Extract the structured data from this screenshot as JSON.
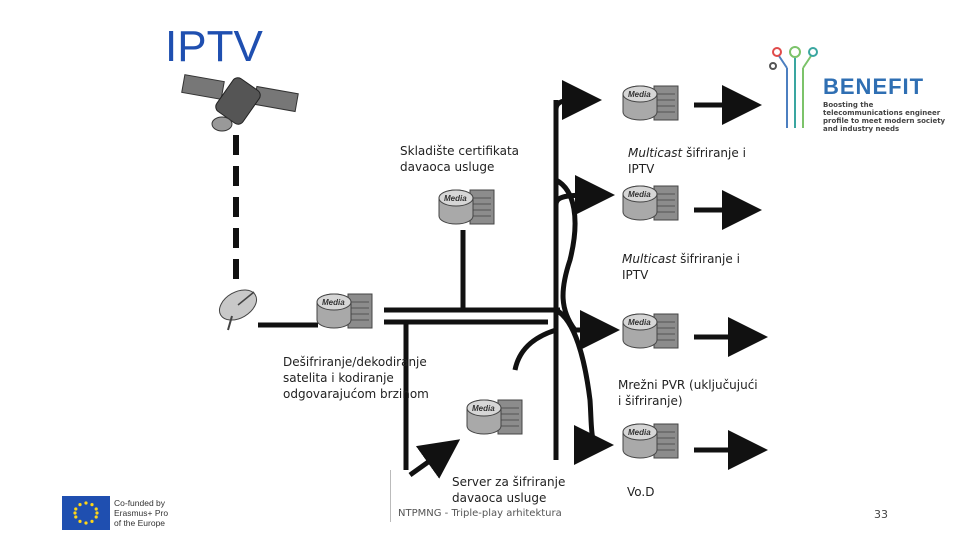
{
  "slide": {
    "title": "IPTV",
    "footer": "NTPMNG - Triple-play arhitektura",
    "page_number": "33"
  },
  "labels": {
    "cert_store": "Skladište certifikata\ndavaoca usluge",
    "multicast_1_italic": "Multicast",
    "multicast_1_rest": " šifriranje i\nIPTV",
    "multicast_2_italic": "Multicast",
    "multicast_2_rest": " šifriranje i\nIPTV",
    "decrypt": "Dešifriranje/dekodiranje\nsatelita i kodiranje\nodgovarajućom brzinom",
    "pvr": "Mrežni PVR (uključujući\ni šifriranje)",
    "encrypt_server": "Server za šifriranje\ndavaoca usluge",
    "vod": "Vo.D"
  },
  "server_badge": "Media",
  "logo": {
    "name": "BENEFIT",
    "tagline": "Boosting the telecommunications engineer profile to meet modern society and industry needs",
    "color": "#2f6fb3"
  },
  "eu_badge": {
    "text": "Co-funded by\nErasmus+ Pro\nof the Europe"
  },
  "colors": {
    "title": "#1f4fb0",
    "lines": "#111111",
    "server_body": "#9a9a9a"
  }
}
